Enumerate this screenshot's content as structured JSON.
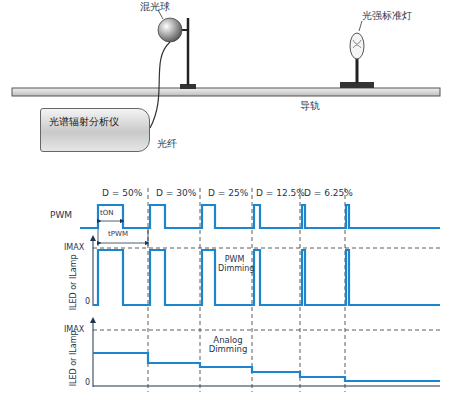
{
  "diagram": {
    "nodes": [
      {
        "text": [
          "光谱辐射分析仪"
        ]
      }
    ],
    "labels": [
      "混光球",
      "光强标准灯",
      "导轨",
      "光纤",
      "D = 50%",
      "D = 30%",
      "D = 25%",
      "D = 12.5%",
      "D = 6.25%",
      "PWM",
      "tON",
      "tPWM",
      "IMAX",
      "ILED or ILamp",
      "PWM Dimming",
      "0",
      "IMAX",
      "ILED or ILamp",
      "Analog Dimming",
      "0"
    ]
  }
}
